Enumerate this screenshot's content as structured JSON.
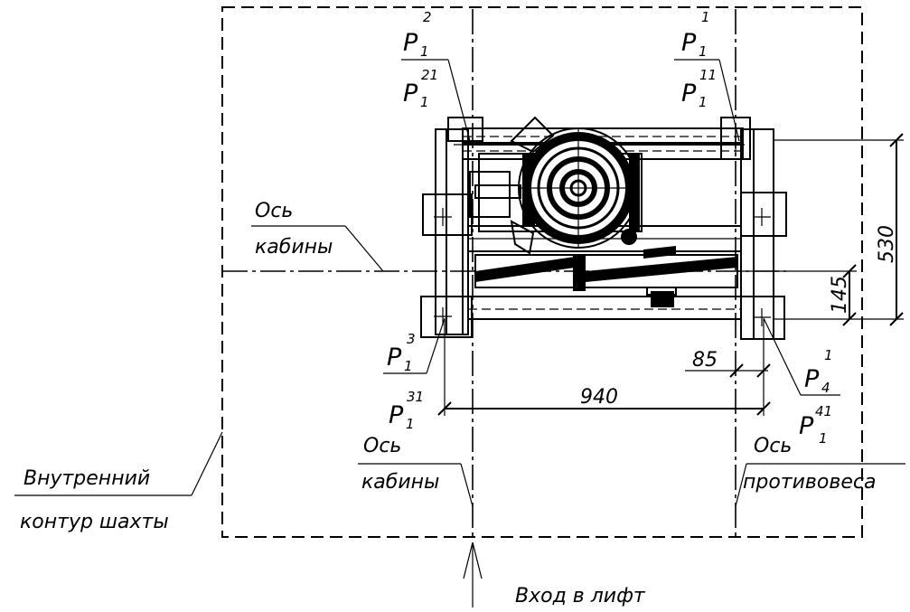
{
  "labels": {
    "cabin_axis_word": "Ось",
    "cabin_axis_word2": "кабины",
    "cabin_axis_bottom_word": "Ось",
    "cabin_axis_bottom_word2": "кабины",
    "counterweight_axis_word": "Ось",
    "counterweight_axis_word2": "противовеса",
    "shaft_contour_line1": "Внутренний",
    "shaft_contour_line2": "контур шахты",
    "entrance": "Вход в лифт"
  },
  "loads": {
    "p12": {
      "base": "P",
      "sub": "1",
      "sup": "2"
    },
    "p121": {
      "base": "P",
      "sub": "1",
      "sup": "21"
    },
    "p11": {
      "base": "P",
      "sub": "1",
      "sup": "1"
    },
    "p111": {
      "base": "P",
      "sub": "1",
      "sup": "11"
    },
    "p13": {
      "base": "P",
      "sub": "1",
      "sup": "3"
    },
    "p131": {
      "base": "P",
      "sub": "1",
      "sup": "31"
    },
    "p41": {
      "base": "P",
      "sub": "4",
      "sup": "1"
    },
    "p141": {
      "base": "P",
      "sub": "1",
      "sup": "41"
    }
  },
  "dimensions": {
    "d530": "530",
    "d145": "145",
    "d85": "85",
    "d940": "940"
  }
}
